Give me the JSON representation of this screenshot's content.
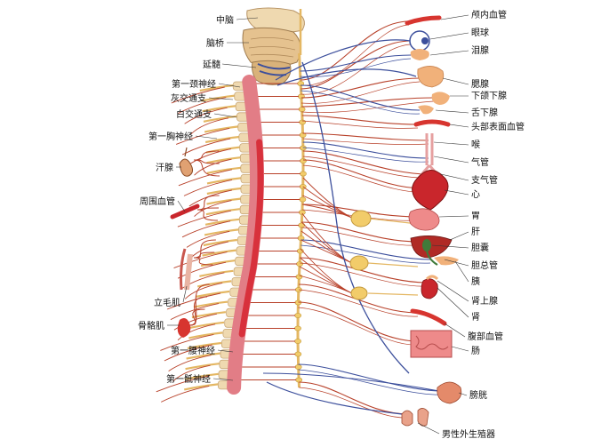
{
  "colors": {
    "sympathetic": "#b8412a",
    "parasympathetic": "#3c4f9c",
    "cord_pink": "#e27d86",
    "cord_red": "#d8313c",
    "ganglion": "#f2cc6a",
    "chain": "#e4b763",
    "bone": "#efd9b0",
    "organ_red": "#d7352f",
    "organ_pink": "#ee8a8a",
    "gland": "#f1b17a",
    "label_text": "#111111"
  },
  "labels": {
    "left": {
      "midbrain": "中脑",
      "pons": "脑桥",
      "medulla": "延髓",
      "c1": "第一颈神经",
      "gray_ramus": "灰交通支",
      "white_ramus": "白交通支",
      "t1": "第一胸神经",
      "sweat_gland": "汗腺",
      "peripheral_vessel": "周围血管",
      "arrector_pili": "立毛肌",
      "skeletal_muscle": "骨骼肌",
      "l1": "第一腰神经",
      "s1": "第一骶神经"
    },
    "right": {
      "cranial_vessel": "颅内血管",
      "eye": "眼球",
      "lacrimal": "泪腺",
      "parotid": "腮腺",
      "submandibular": "下颌下腺",
      "sublingual": "舌下腺",
      "head_vessel": "头部表面血管",
      "larynx": "喉",
      "trachea": "气管",
      "bronchi": "支气管",
      "heart": "心",
      "stomach": "胃",
      "liver": "肝",
      "gallbladder": "胆囊",
      "bile_duct": "胆总管",
      "pancreas": "胰",
      "adrenal": "肾上腺",
      "kidney": "肾",
      "abdominal_vessel": "腹部血管",
      "intestine": "肠",
      "bladder": "膀胱",
      "genitals": "男性外生殖器"
    }
  }
}
